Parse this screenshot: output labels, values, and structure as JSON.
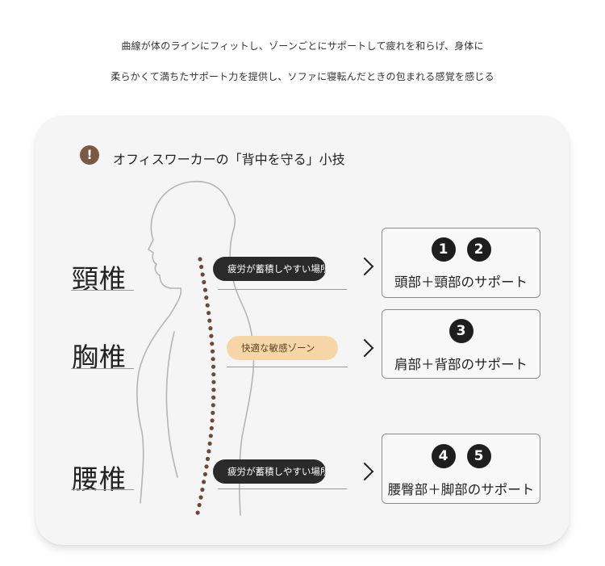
{
  "intro": {
    "line1": "曲線が体のラインにフィットし、ゾーンごとにサポートして疲れを和らげ、身体に",
    "line2": "柔らかくて満ちたサポート力を提供し、ソファに寝転んだときの包まれる感覚を感じる"
  },
  "card": {
    "warn_glyph": "!",
    "heading": "オフィスワーカーの「背中を守る」小技"
  },
  "zones": [
    {
      "label": "頸椎",
      "pill": "疲労が蓄積しやすい場所",
      "pill_style": "dark",
      "badges": [
        "1",
        "2"
      ],
      "support": "頭部＋頸部のサポート"
    },
    {
      "label": "胸椎",
      "pill": "快適な敏感ゾーン",
      "pill_style": "light",
      "badges": [
        "3"
      ],
      "support": "肩部＋背部のサポート"
    },
    {
      "label": "腰椎",
      "pill": "疲労が蓄積しやすい場所",
      "pill_style": "dark",
      "badges": [
        "4",
        "5"
      ],
      "support": "腰臀部＋脚部のサポート"
    }
  ],
  "colors": {
    "badge": "#1e1e1e",
    "spine_dots": "#6b4a36",
    "warn_icon": "#7b5a44",
    "light_pill": "#f6d6a7"
  }
}
